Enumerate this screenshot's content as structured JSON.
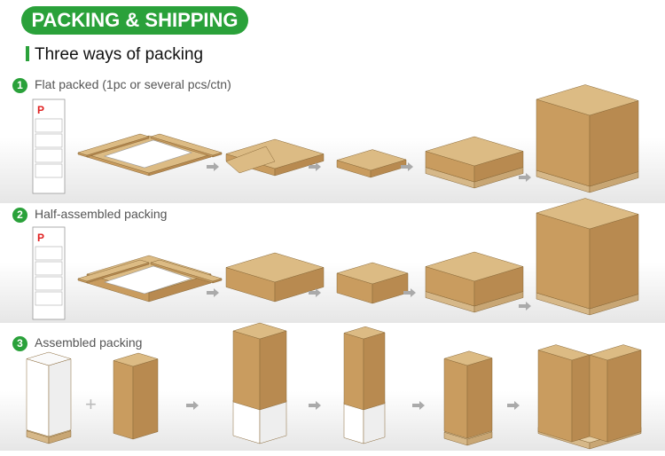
{
  "header": {
    "title": "PACKING & SHIPPING",
    "subtitle": "Three ways of packing"
  },
  "sections": [
    {
      "number": "1",
      "label": "Flat packed (1pc or several pcs/ctn)"
    },
    {
      "number": "2",
      "label": "Half-assembled packing"
    },
    {
      "number": "3",
      "label": "Assembled packing"
    }
  ],
  "colors": {
    "accent": "#2aa13a",
    "carton_top": "#dcbb84",
    "carton_left": "#c99c5f",
    "carton_right": "#b88a50",
    "arrow": "#aaaaaa"
  }
}
